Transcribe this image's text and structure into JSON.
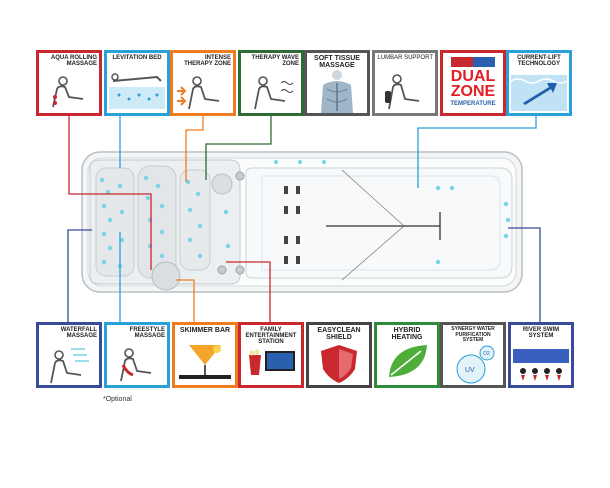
{
  "top_features": [
    {
      "label": "AQUA ROLLING MASSAGE",
      "icon": "person-seated-rolling-massage-icon",
      "border": "#c8282e"
    },
    {
      "label": "LEVITATION BED",
      "icon": "person-lying-bubbles-icon",
      "border": "#2aa0d8"
    },
    {
      "label": "INTENSE THERAPY ZONE",
      "icon": "person-seated-jets-arrows-icon",
      "border": "#f07c1f"
    },
    {
      "label": "THERAPY WAVE ZONE",
      "icon": "person-seated-waves-icon",
      "border": "#2f6b34"
    },
    {
      "label": "SOFT TISSUE MASSAGE",
      "icon": "back-muscles-icon",
      "border": "#555555"
    },
    {
      "label": "LUMBAR SUPPORT",
      "icon": "person-seated-lumbar-icon",
      "border": "#777777"
    },
    {
      "label": "",
      "icon": "dual-zone-logo-icon",
      "border": "#c8282e"
    },
    {
      "label": "CURRENT-LIFT TECHNOLOGY",
      "icon": "water-current-arrow-icon",
      "border": "#2aa0d8"
    }
  ],
  "bottom_features": [
    {
      "label": "WATERFALL MASSAGE",
      "icon": "person-seated-waterfall-icon",
      "border": "#3a4a9a"
    },
    {
      "label": "FREESTYLE MASSAGE",
      "icon": "person-seated-freestyle-icon",
      "border": "#2aa0d8"
    },
    {
      "label": "SKIMMER BAR",
      "icon": "cocktail-tray-icon",
      "border": "#f07c1f"
    },
    {
      "label": "FAMILY ENTERTAINMENT STATION",
      "icon": "tv-popcorn-icon",
      "border": "#c8282e"
    },
    {
      "label": "EASYCLEAN SHIELD",
      "icon": "red-shield-icon",
      "border": "#444444"
    },
    {
      "label": "HYBRID HEATING",
      "icon": "green-leaf-icon",
      "border": "#2f8a3a"
    },
    {
      "label": "SYNERGY WATER PURIFICATION SYSTEM",
      "icon": "uv-o2-bubble-icon",
      "border": "#555555"
    },
    {
      "label": "RIVER SWIM SYSTEM",
      "icon": "swimmers-current-icon",
      "border": "#3a4a9a"
    }
  ],
  "dual_zone": {
    "line1": "DUAL",
    "line2": "ZONE",
    "line3": "TEMPERATURE"
  },
  "footnote": "*Optional",
  "colors": {
    "red": "#c8282e",
    "blue": "#2aa0d8",
    "orange": "#f07c1f",
    "green": "#2f6b34",
    "navy": "#3a4a9a",
    "jet": "#7ad3e6"
  }
}
